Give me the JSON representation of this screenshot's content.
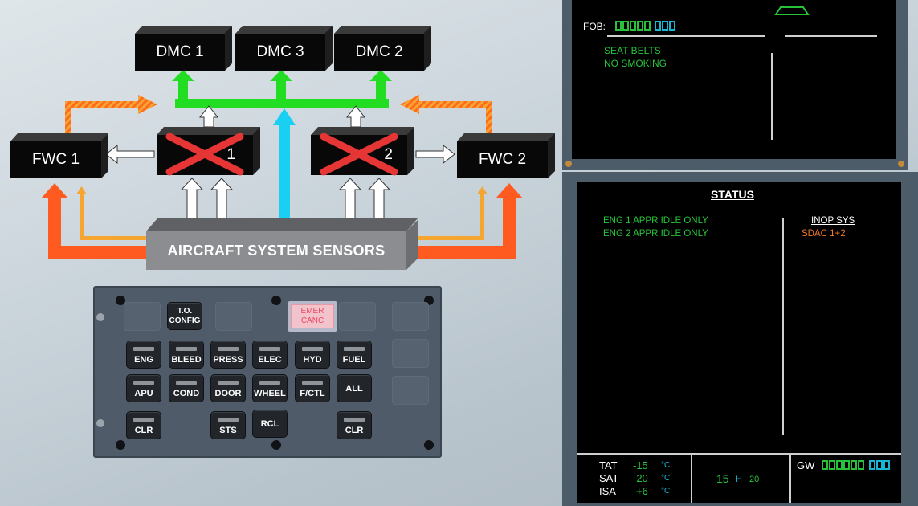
{
  "diagram": {
    "dmc_left": "DMC 1",
    "dmc_center": "DMC 3",
    "dmc_right": "DMC 2",
    "fwc_left": "FWC 1",
    "fwc_right": "FWC 2",
    "sdac_left_suffix": "1",
    "sdac_right_suffix": "2",
    "sensors": "AIRCRAFT SYSTEM SENSORS"
  },
  "panel": {
    "to_config_line1": "T.O.",
    "to_config_line2": "CONFIG",
    "emer_line1": "EMER",
    "emer_line2": "CANC",
    "row1": [
      "ENG",
      "BLEED",
      "PRESS",
      "ELEC",
      "HYD",
      "FUEL"
    ],
    "row2": [
      "APU",
      "COND",
      "DOOR",
      "WHEEL",
      "F/CTL",
      "ALL"
    ],
    "clr_left": "CLR",
    "sts": "STS",
    "rcl": "RCL",
    "clr_right": "CLR"
  },
  "upper_ecam": {
    "fob_label": "FOB:",
    "memo_line1": "SEAT BELTS",
    "memo_line2": "NO SMOKING"
  },
  "status_page": {
    "title": "STATUS",
    "line1": "ENG 1 APPR IDLE ONLY",
    "line2": "ENG 2 APPR IDLE ONLY",
    "inop_title": "INOP SYS",
    "inop_item": "SDAC 1+2",
    "tat_label": "TAT",
    "tat_value": "-15",
    "sat_label": "SAT",
    "sat_value": "-20",
    "isa_label": "ISA",
    "isa_value": "+6",
    "temp_unit": "°C",
    "time_hours": "15",
    "time_h": "H",
    "time_minutes": "20",
    "gw_label": "GW"
  },
  "colors": {
    "green": "#27c23a",
    "cyan": "#18b6d3",
    "amber": "#f07a2a",
    "fail_red": "#e53535",
    "arrow_orange_red": "#ff5a1f",
    "arrow_yellow_orange": "#f7a531",
    "arrow_cyan": "#19d0f2",
    "arrow_green": "#22dd22"
  }
}
